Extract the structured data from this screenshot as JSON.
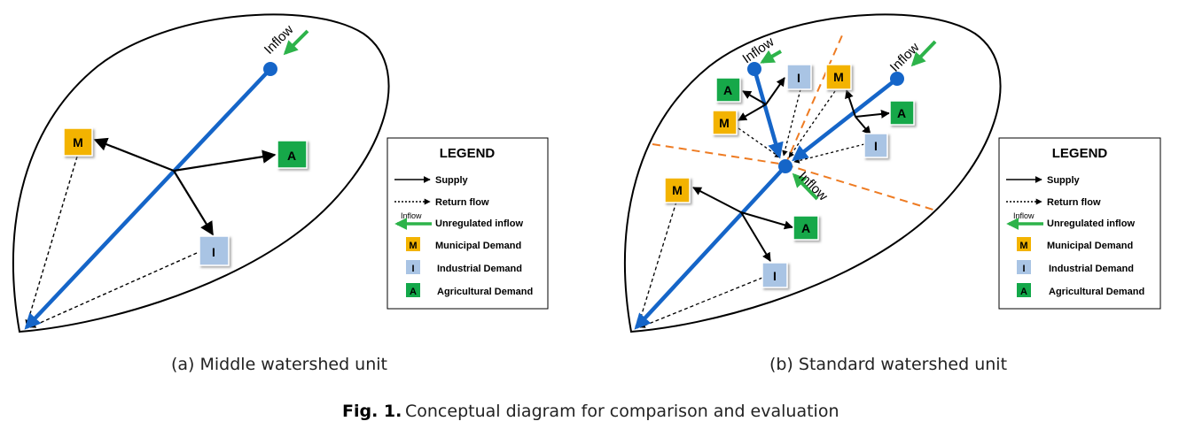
{
  "panel_a": {
    "caption": "(a) Middle watershed unit",
    "inflow": "Inflow",
    "municipal": "M",
    "agricultural": "A",
    "industrial": "I"
  },
  "panel_b": {
    "caption": "(b) Standard watershed unit",
    "inflow_1": "Inflow",
    "inflow_2": "Inflow",
    "inflow_3": "Inflow",
    "municipal": "M",
    "agricultural": "A",
    "industrial": "I"
  },
  "legend": {
    "title": "LEGEND",
    "supply": "Supply",
    "return_flow": "Return flow",
    "unregulated_inflow": "Unregulated inflow",
    "inflow_tag": "Inflow",
    "municipal_demand": "Municipal Demand",
    "industrial_demand": "Industrial Demand",
    "agricultural_demand": "Agricultural Demand"
  },
  "figure": {
    "label": "Fig. 1.",
    "caption": "Conceptual diagram for comparison and evaluation"
  },
  "colors": {
    "river": "#1565c8",
    "inflow_arrow": "#2db34a",
    "municipal": "#f3b300",
    "industrial": "#a9c4e4",
    "agricultural": "#13a84a",
    "boundary": "#ee7b22"
  }
}
